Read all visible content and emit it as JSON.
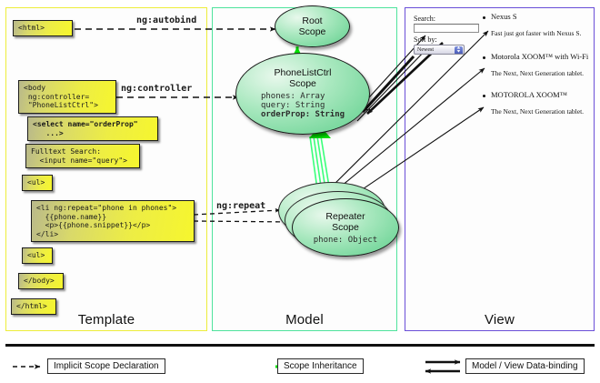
{
  "columns": [
    {
      "key": "template",
      "label": "Template",
      "color": "#eded3a"
    },
    {
      "key": "model",
      "label": "Model",
      "color": "#4ee39c"
    },
    {
      "key": "view",
      "label": "View",
      "color": "#6a4fd8"
    }
  ],
  "template": {
    "boxes": [
      {
        "name": "html-open-box",
        "text": "<html>"
      },
      {
        "name": "body-box",
        "text": "<body\n ng:controller=\n \"PhoneListCtrl\">"
      },
      {
        "name": "select-box",
        "text": "<select name=\"orderProp\"\n   ...>"
      },
      {
        "name": "fulltext-search-box",
        "text": "Fulltext Search:\n  <input name=\"query\">"
      },
      {
        "name": "ul-open-box",
        "text": "<ul>"
      },
      {
        "name": "li-repeat-box",
        "text": "<li ng:repeat=\"phone in phones\">\n  {{phone.name}}\n  <p>{{phone.snippet}}</p>\n</li>"
      },
      {
        "name": "ul-close-box",
        "text": "<ul>"
      },
      {
        "name": "body-close-box",
        "text": "</body>"
      },
      {
        "name": "html-close-box",
        "text": "</html>"
      }
    ]
  },
  "wires": {
    "autobind": "ng:autobind",
    "controller": "ng:controller",
    "repeat": "ng:repeat"
  },
  "model": {
    "root_scope": {
      "title_line1": "Root",
      "title_line2": "Scope"
    },
    "phonelist_scope": {
      "title_line1": "PhoneListCtrl",
      "title_line2": "Scope",
      "props": [
        "phones: Array",
        "query: String"
      ],
      "props_bold": [
        "orderProp: String"
      ]
    },
    "repeater_scope": {
      "title_line1": "Repeater",
      "title_line2": "Scope",
      "props": [
        "phone: Object"
      ]
    }
  },
  "view": {
    "search_label": "Search:",
    "search_value": "",
    "sort_label": "Sort by:",
    "sort_selected": "Newest",
    "sort_options": [
      "Newest"
    ],
    "phones": [
      {
        "name": "Nexus S",
        "snippet": "Fast just got faster with Nexus S."
      },
      {
        "name": "Motorola XOOM™ with Wi-Fi",
        "snippet": "The Next, Next Generation tablet."
      },
      {
        "name": "MOTOROLA XOOM™",
        "snippet": "The Next, Next Generation tablet."
      }
    ]
  },
  "legend": [
    {
      "name": "implicit-scope-declaration",
      "label": "Implicit Scope Declaration",
      "style": "dashed",
      "color": "#111111"
    },
    {
      "name": "scope-inheritance",
      "label": "Scope Inheritance",
      "style": "solid",
      "color": "#00e000"
    },
    {
      "name": "model-view-data-binding",
      "label": "Model / View Data-binding",
      "style": "double",
      "color": "#111111"
    }
  ]
}
